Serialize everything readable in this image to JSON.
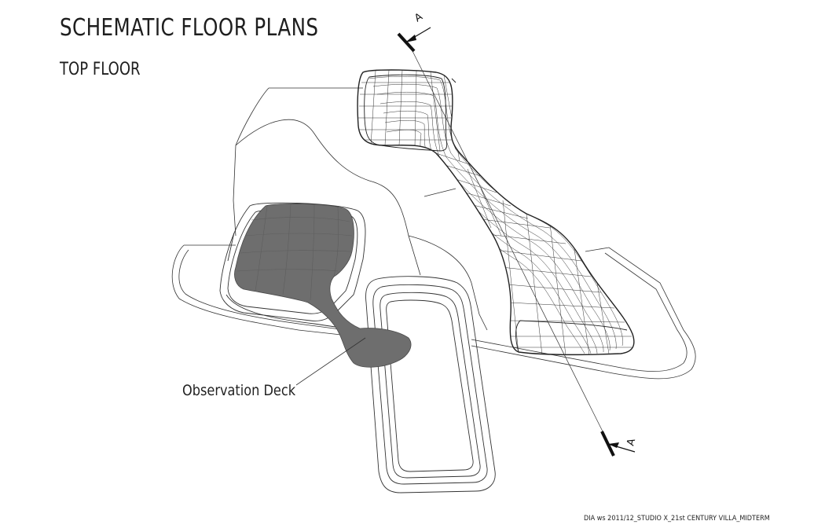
{
  "header": {
    "title": "SCHEMATIC FLOOR PLANS",
    "subtitle": "TOP FLOOR"
  },
  "labels": {
    "observation_deck": "Observation Deck"
  },
  "section_markers": {
    "top": "A",
    "bottom": "A"
  },
  "footer": {
    "credit": "DIA ws 2011/12_STUDIO X_21st CENTURY VILLA_MIDTERM"
  },
  "colors": {
    "deck_fill": "#6e6e6e",
    "line": "#333333",
    "background": "#ffffff"
  }
}
